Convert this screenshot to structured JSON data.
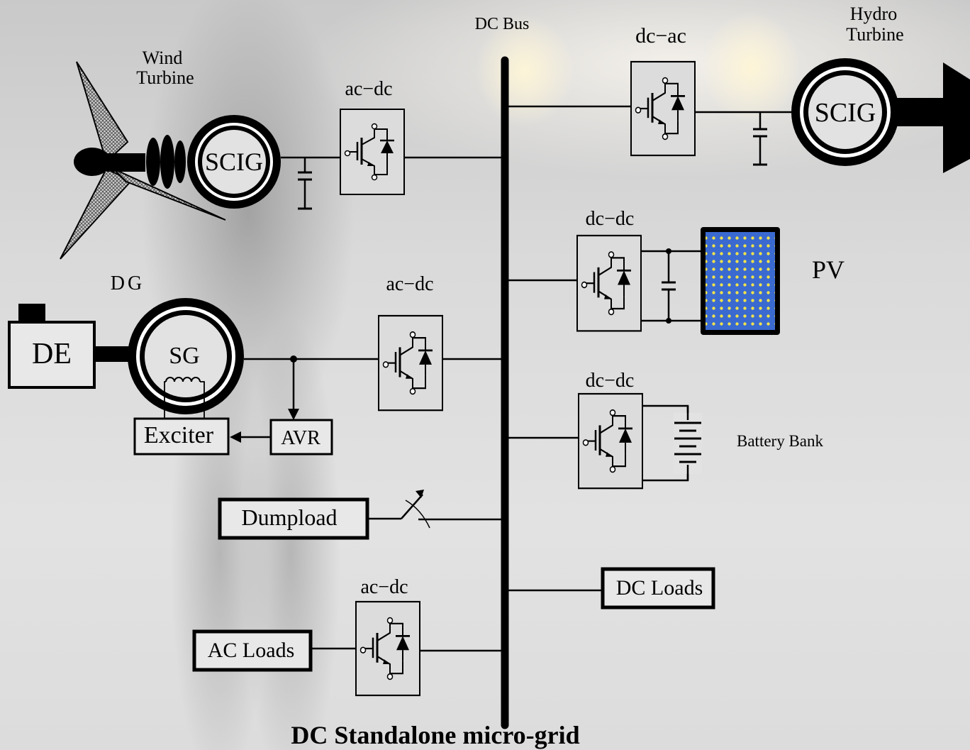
{
  "labels": {
    "dc_bus": "DC  Bus",
    "wind_turbine_1": "Wind",
    "wind_turbine_2": "Turbine",
    "hydro_turbine_1": "Hydro",
    "hydro_turbine_2": "Turbine",
    "scig": "SCIG",
    "sg": "SG",
    "de": "DE",
    "dg": "DG",
    "exciter": "Exciter",
    "avr": "AVR",
    "pv": "PV",
    "battery_bank": "Battery  Bank",
    "dumpload": "Dumpload",
    "dc_loads": "DC Loads",
    "ac_loads": "AC Loads",
    "ac_dc": "ac−dc",
    "dc_ac": "dc−ac",
    "dc_dc": "dc−dc",
    "caption": "DC Standalone micro-grid"
  },
  "colors": {
    "line": "#000000",
    "converter_fill": "#dcdcdc",
    "box_fill": "#e8e8e8",
    "pv_cell": "#3a6ad0",
    "pv_dot": "#f2e24a"
  },
  "icons": [
    "wind-turbine-icon",
    "hydro-turbine-icon",
    "igbt-switch-icon",
    "capacitor-icon",
    "battery-icon",
    "switch-icon",
    "pv-panel-icon",
    "coil-icon"
  ]
}
